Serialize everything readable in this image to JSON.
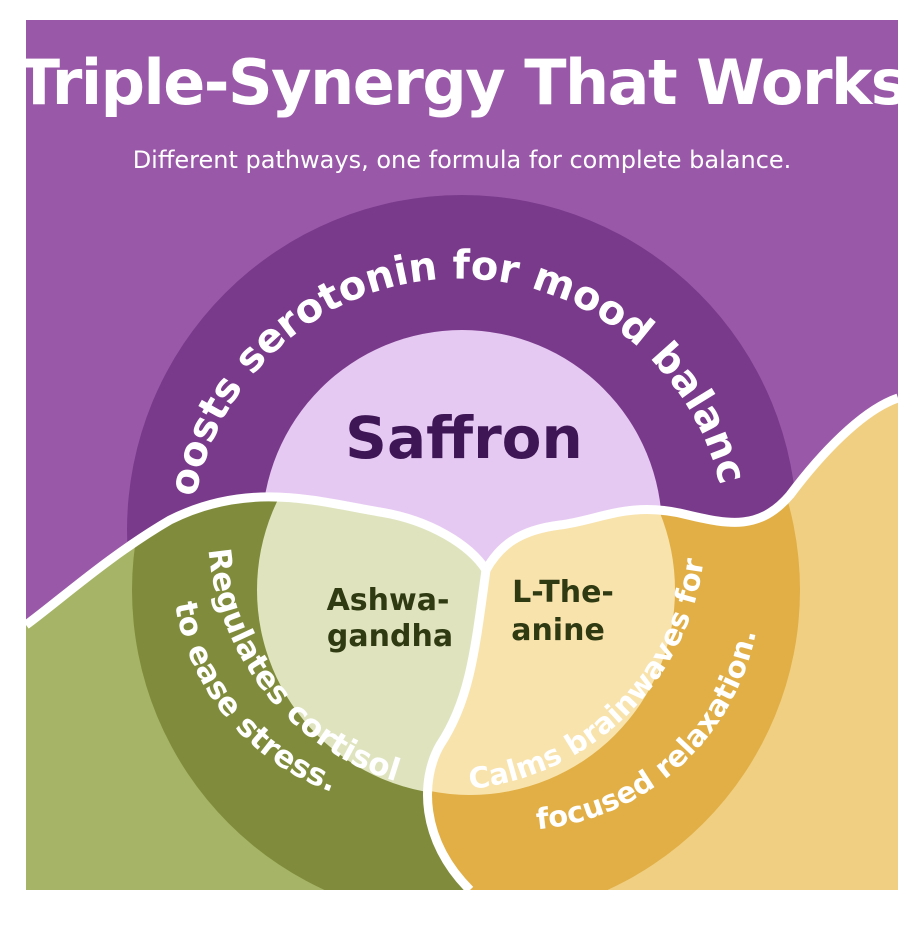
{
  "header": {
    "title": "Triple-Synergy That Works",
    "subtitle": "Different pathways, one formula for complete balance."
  },
  "saffron": {
    "name": "Saffron",
    "benefit": "Boosts serotonin for mood balance."
  },
  "ashwagandha": {
    "name_line1": "Ashwa-",
    "name_line2": "gandha",
    "benefit_line1": "Regulates cortisol",
    "benefit_line2": "to ease stress."
  },
  "ltheanine": {
    "name_line1": "L-The-",
    "name_line2": "anine",
    "benefit_line1": "Calms brainwaves for",
    "benefit_line2": "focused relaxation."
  },
  "colors": {
    "purple_bg": "#9a59a8",
    "purple_ring": "#7a3a8c",
    "purple_center": "#e6c9f2",
    "green_bg": "#a5b466",
    "green_ring": "#808c3c",
    "green_center": "#dfe4bf",
    "gold_bg": "#f0cf82",
    "gold_ring": "#e1af45",
    "gold_center": "#f8e3ad",
    "text_dark_purple": "#3e1656",
    "text_dark_green": "#2f3a12"
  }
}
